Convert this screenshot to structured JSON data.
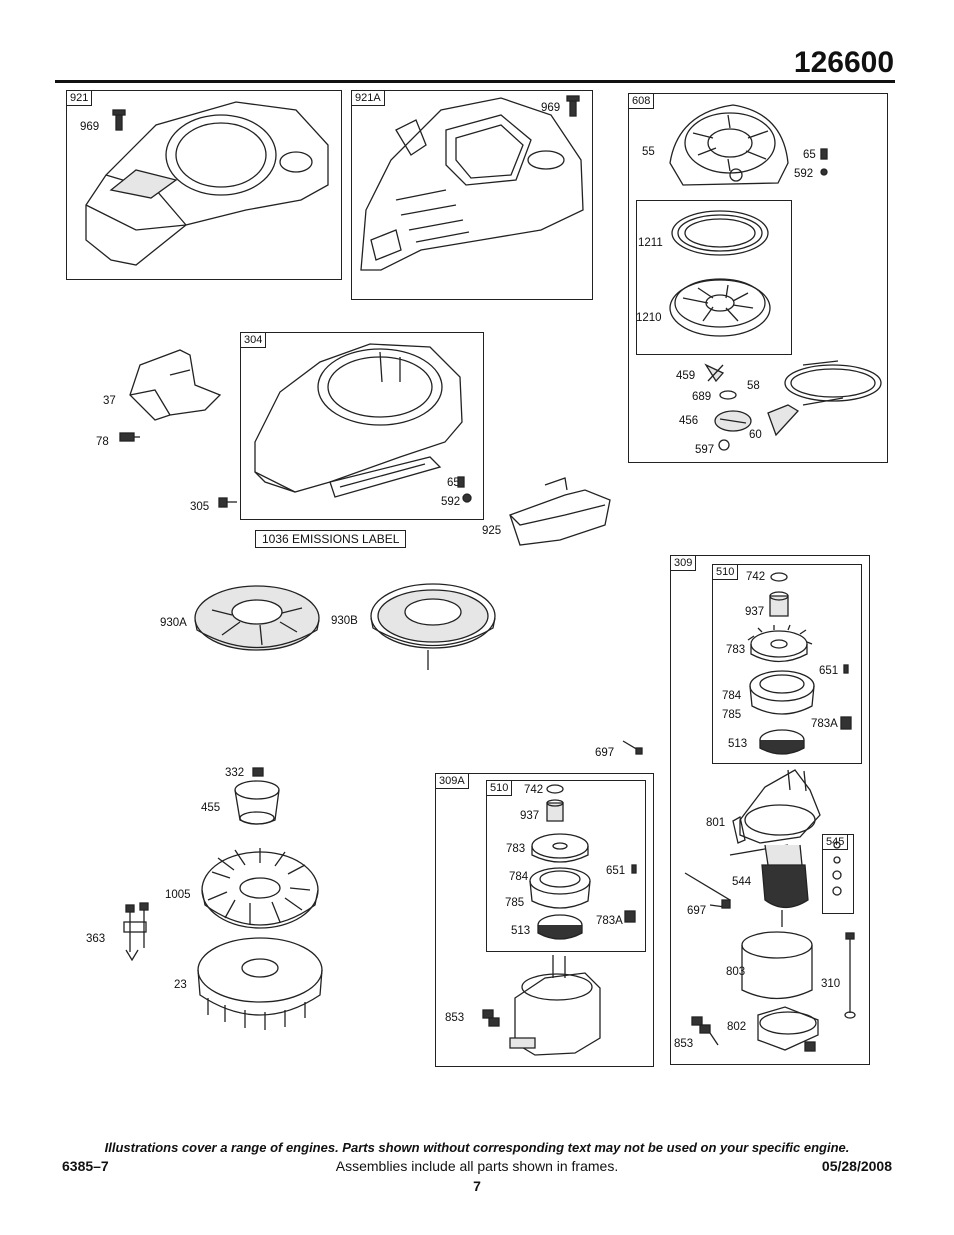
{
  "doc": {
    "model_number": "126600",
    "footer_note": "Illustrations cover a range of engines. Parts shown without corresponding text may not be used on your specific engine.",
    "doc_code": "6385–7",
    "assemblies_note": "Assemblies include all parts shown in frames.",
    "date": "05/28/2008",
    "page": "7",
    "emissions_label": "1036 EMISSIONS LABEL"
  },
  "frames": {
    "f921": "921",
    "f921a": "921A",
    "f608": "608",
    "f304": "304",
    "f309": "309",
    "f510a": "510",
    "f309a": "309A",
    "f510b": "510",
    "f545": "545"
  },
  "labels": {
    "l969a": "969",
    "l969b": "969",
    "l55": "55",
    "l65a": "65",
    "l592a": "592",
    "l1211": "1211",
    "l1210": "1210",
    "l459": "459",
    "l58": "58",
    "l689": "689",
    "l456": "456",
    "l60": "60",
    "l597": "597",
    "l37": "37",
    "l78": "78",
    "l305": "305",
    "l65b": "65",
    "l592b": "592",
    "l925": "925",
    "l930a": "930A",
    "l930b": "930B",
    "l742a": "742",
    "l937a": "937",
    "l783a": "783",
    "l651a": "651",
    "l784a": "784",
    "l785a": "785",
    "l783Aa": "783A",
    "l513a": "513",
    "l697a": "697",
    "l801": "801",
    "l544": "544",
    "l697b": "697",
    "l803": "803",
    "l310": "310",
    "l802": "802",
    "l853b": "853",
    "l332": "332",
    "l455": "455",
    "l1005": "1005",
    "l363": "363",
    "l23": "23",
    "l742b": "742",
    "l937b": "937",
    "l783b": "783",
    "l651b": "651",
    "l784b": "784",
    "l785b": "785",
    "l783Ab": "783A",
    "l513b": "513",
    "l853a": "853"
  }
}
